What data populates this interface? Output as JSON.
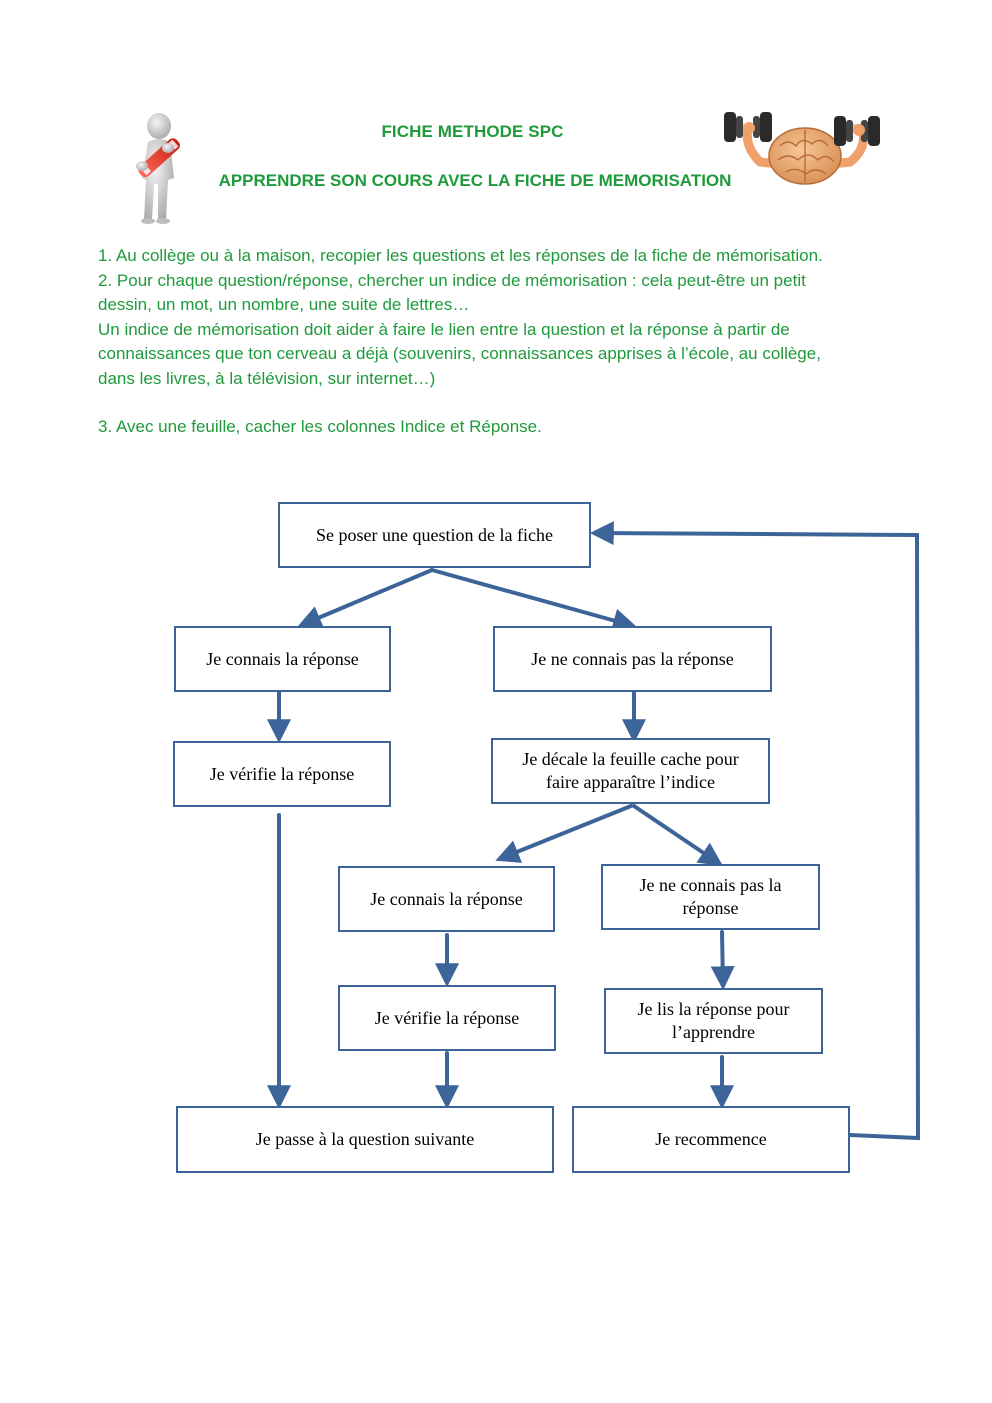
{
  "header": {
    "title": "FICHE METHODE SPC",
    "subtitle": "APPRENDRE SON COURS AVEC LA FICHE DE MEMORISATION"
  },
  "instructions": {
    "line1": "1. Au collège ou à la maison, recopier les questions et les réponses de la fiche de mémorisation.",
    "line2": "2. Pour chaque question/réponse, chercher un indice de mémorisation : cela peut-être un petit",
    "line3": "dessin, un mot, un nombre, une suite de lettres…",
    "line4": "Un indice de mémorisation doit aider à faire le lien entre la question et la réponse à partir de",
    "line5": "connaissances que ton cerveau a déjà (souvenirs, connaissances apprises à l’école, au collège,",
    "line6": "dans les livres, à la télévision, sur internet…)",
    "line7": "3. Avec une feuille, cacher les colonnes Indice et Réponse."
  },
  "flowchart": {
    "start": "Se poser une question de la fiche",
    "left_know": "Je connais la réponse",
    "right_dont_know": "Je ne connais pas la réponse",
    "left_verify": "Je vérifie la réponse",
    "right_shift_line1": "Je décale la feuille cache pour",
    "right_shift_line2": "faire apparaître l’indice",
    "mid_know": "Je connais la réponse",
    "mid_dont_know_line1": "Je ne connais pas la",
    "mid_dont_know_line2": "réponse",
    "mid_verify": "Je vérifie la réponse",
    "mid_read_line1": "Je lis la réponse pour",
    "mid_read_line2": "l’apprendre",
    "next_question": "Je passe à la question suivante",
    "restart": "Je recommence"
  },
  "icons": {
    "left": "figure-with-pencil-icon",
    "right": "brain-lifting-dumbbells-icon"
  },
  "colors": {
    "heading_text": "#1f9a3b",
    "box_border": "#3d6499",
    "arrow": "#3d6499"
  }
}
